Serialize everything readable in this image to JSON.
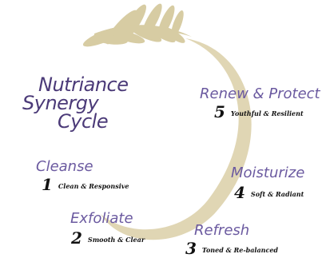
{
  "title": {
    "line1": "Nutriance",
    "line2": "Synergy",
    "line3": "Cycle"
  },
  "stages": [
    {
      "name": "Cleanse",
      "number": "1",
      "description": "Clean & Responsive"
    },
    {
      "name": "Exfoliate",
      "number": "2",
      "description": "Smooth & Clear"
    },
    {
      "name": "Refresh",
      "number": "3",
      "description": "Toned & Re-balanced"
    },
    {
      "name": "Moisturize",
      "number": "4",
      "description": "Soft & Radiant"
    },
    {
      "name": "Renew & Protect",
      "number": "5",
      "description": "Youthful & Resilient"
    }
  ],
  "colors": {
    "cycle_ring": "#e0d6b4",
    "leaves": "#d7cca3",
    "title_text": "#4b3a78",
    "stage_text": "#6b5aa0",
    "description_text": "#111111"
  },
  "icons": [
    "wheat-sprig-icon"
  ]
}
